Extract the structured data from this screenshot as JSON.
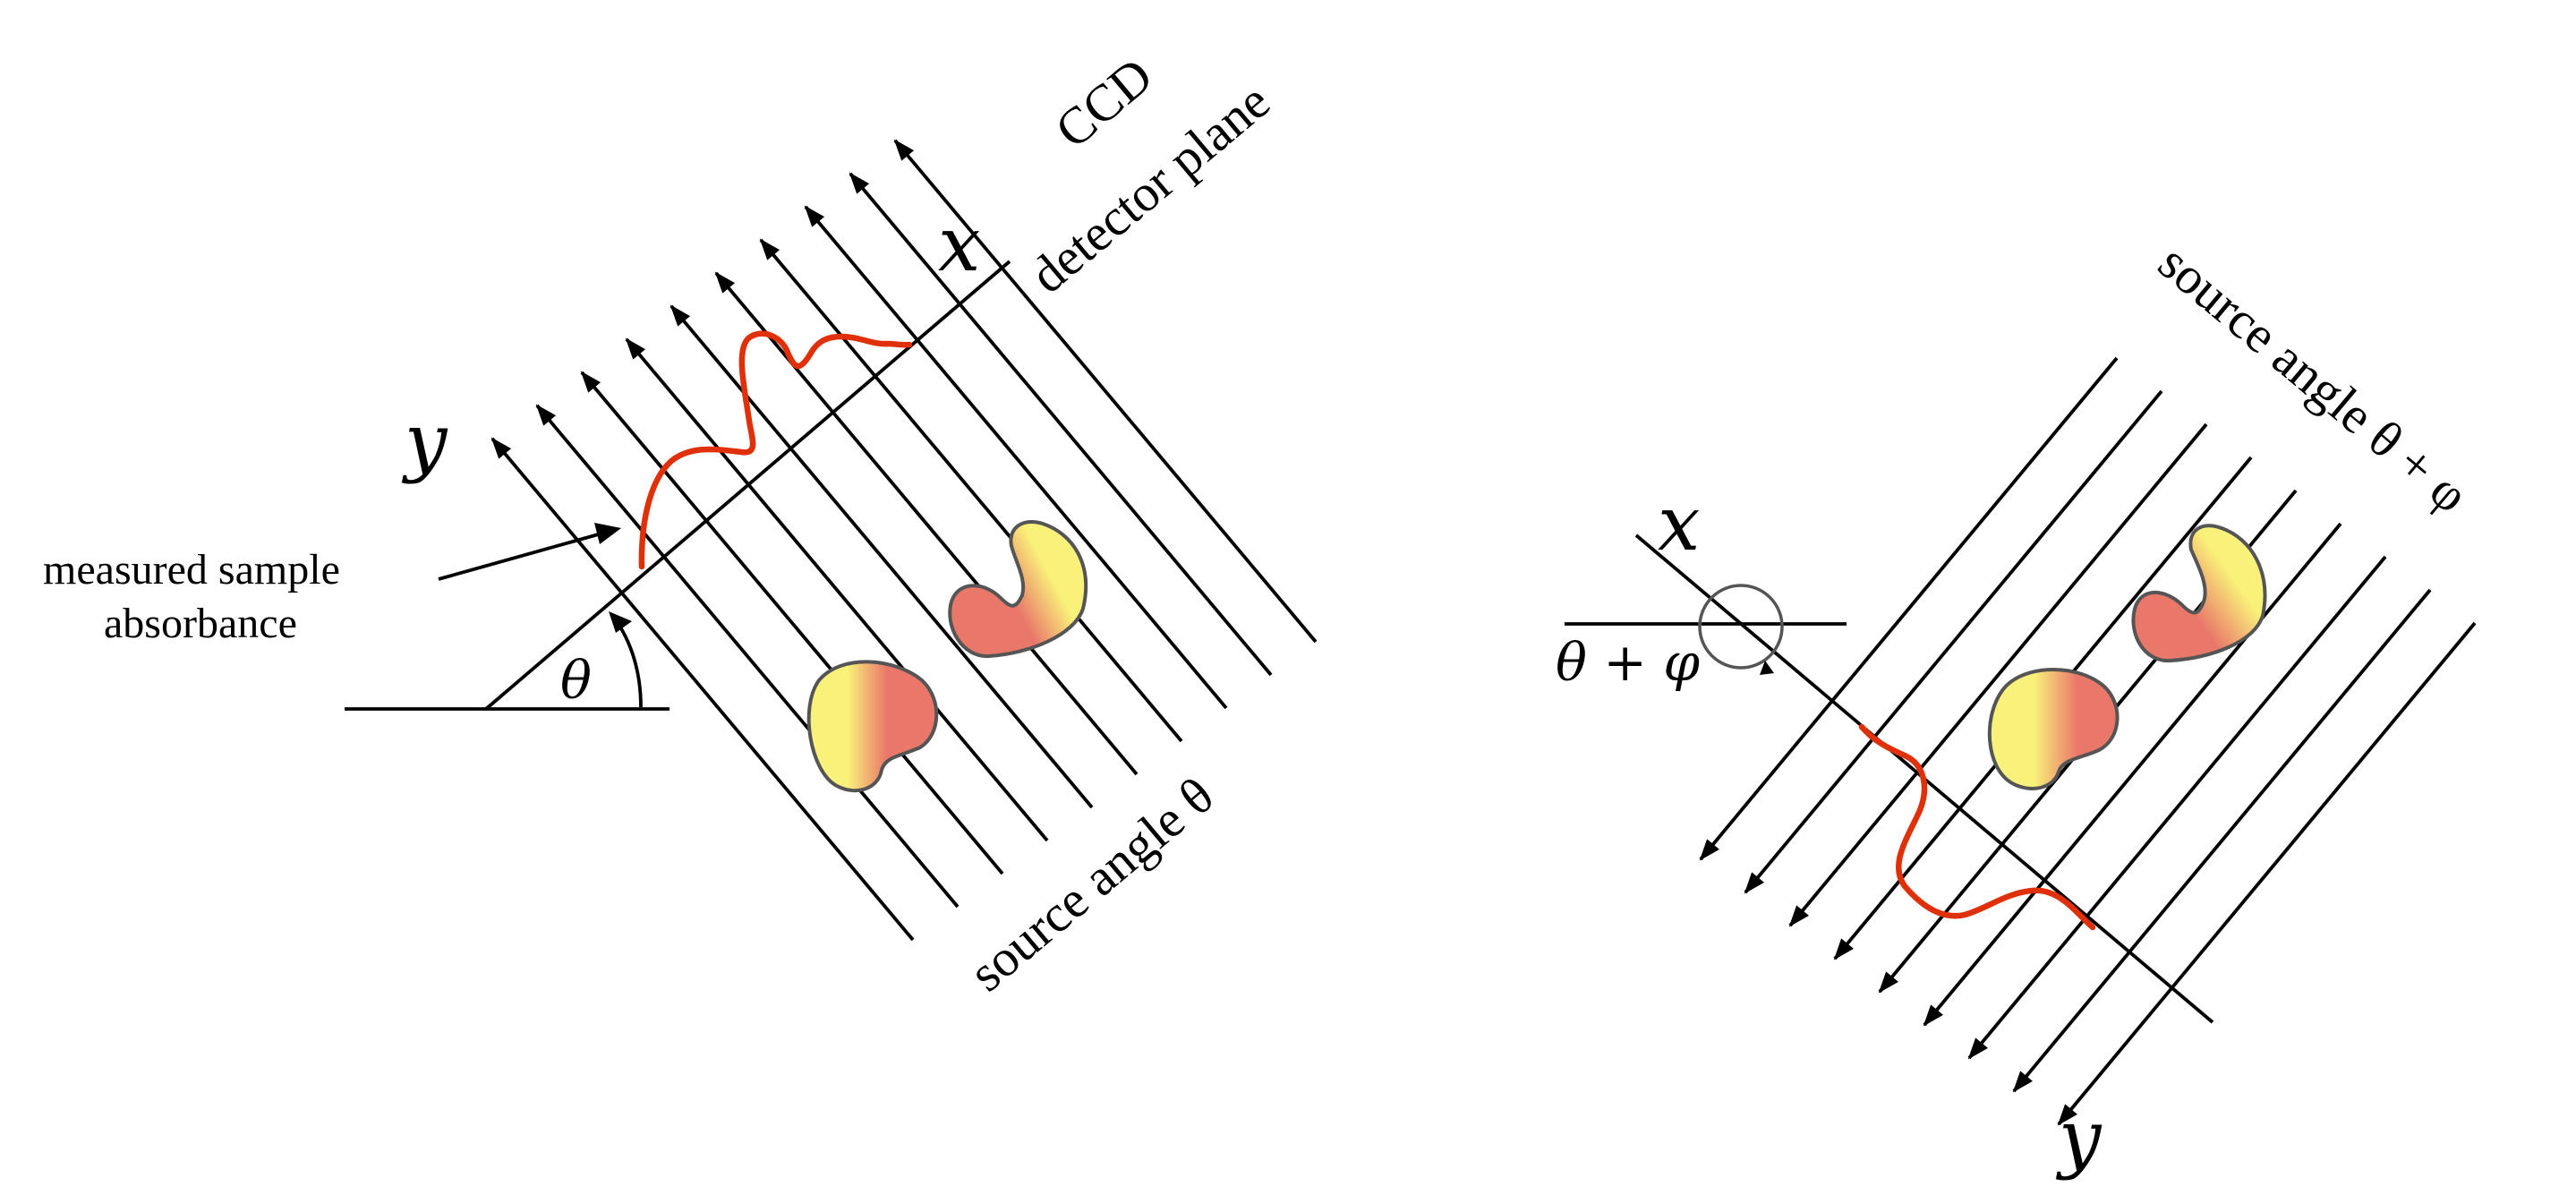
{
  "left_panel": {
    "detector_label_line1": "CCD",
    "detector_label_line2": "detector plane",
    "source_label": "source angle θ",
    "absorbance_label_line1": "measured sample",
    "absorbance_label_line2": "absorbance",
    "axis_x_label": "x",
    "axis_y_label": "y",
    "angle_label": "θ"
  },
  "right_panel": {
    "source_label": "source angle θ + φ",
    "axis_x_label": "x",
    "axis_y_label": "y",
    "angle_label": "θ + φ"
  },
  "colors": {
    "rays": "#000000",
    "profile_curve": "#e0300a",
    "blob_yellow": "#f9f27a",
    "blob_red": "#e9776a",
    "blob_outline": "#555555"
  }
}
